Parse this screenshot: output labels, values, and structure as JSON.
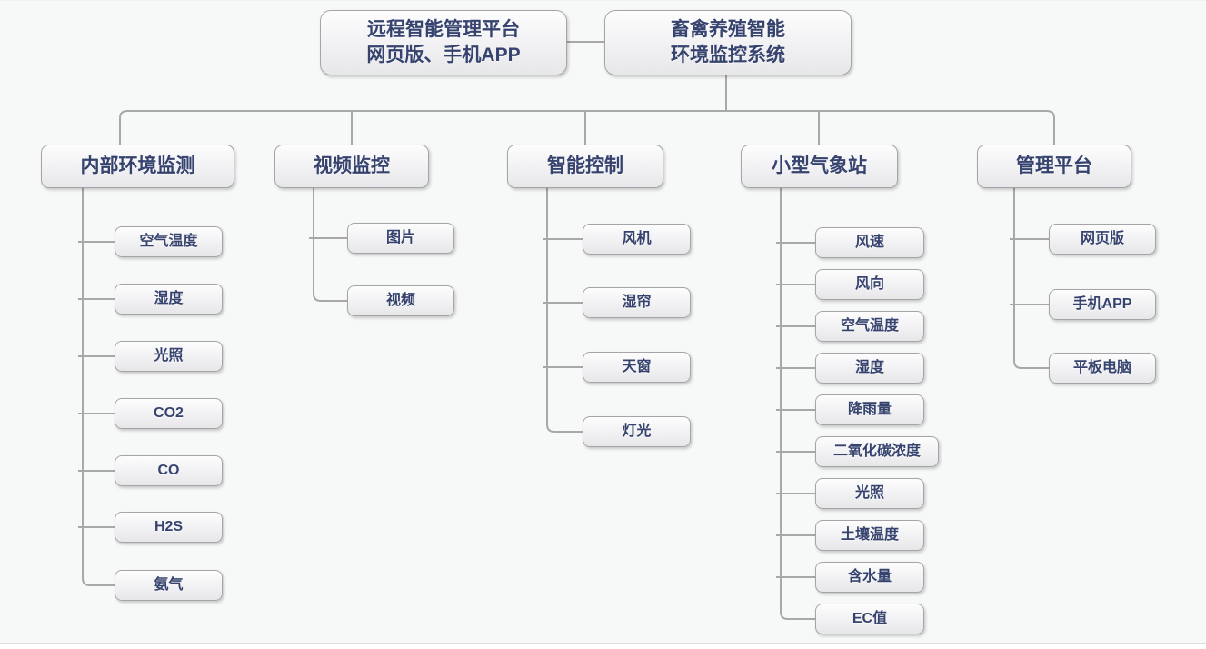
{
  "diagram": {
    "remote_platform": {
      "label": "远程智能管理平台\n网页版、手机APP"
    },
    "root": {
      "label": "畜禽养殖智能\n环境监控系统"
    },
    "branches": [
      {
        "label": "内部环境监测",
        "children": [
          "空气温度",
          "湿度",
          "光照",
          "CO2",
          "CO",
          "H2S",
          "氨气"
        ]
      },
      {
        "label": "视频监控",
        "children": [
          "图片",
          "视频"
        ]
      },
      {
        "label": "智能控制",
        "children": [
          "风机",
          "湿帘",
          "天窗",
          "灯光"
        ]
      },
      {
        "label": "小型气象站",
        "children": [
          "风速",
          "风向",
          "空气温度",
          "湿度",
          "降雨量",
          "二氧化碳浓度",
          "光照",
          "土壤温度",
          "含水量",
          "EC值"
        ]
      },
      {
        "label": "管理平台",
        "children": [
          "网页版",
          "手机APP",
          "平板电脑"
        ]
      }
    ],
    "colors": {
      "node_text": "#36436e",
      "node_border": "#a5a5a8",
      "connector": "#a8a8a8",
      "canvas_background": "#f7f8f8"
    }
  }
}
